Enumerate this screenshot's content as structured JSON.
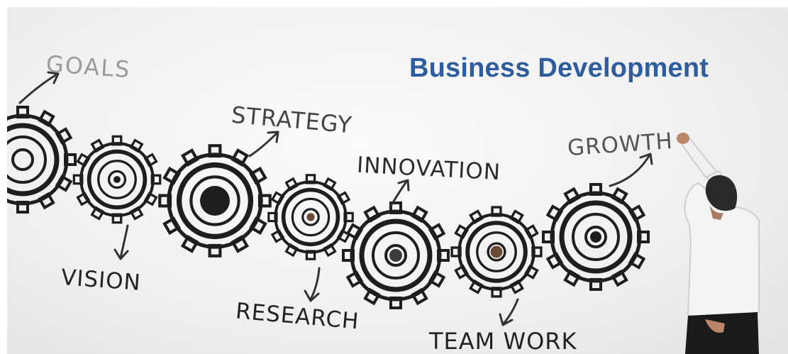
{
  "title": "Business Development",
  "labels": {
    "goals": "GOALS",
    "strategy": "STRATEGY",
    "innovation": "INNOVATION",
    "growth": "GROWTH",
    "vision": "VISION",
    "research": "RESEARCH",
    "team_work": "TEAM WORK"
  },
  "colors": {
    "title": "#2d5d9e",
    "ink": "#222222",
    "faded_ink": "#9a9a9a",
    "shirt": "#f4f4f4",
    "trousers": "#1a1a1a",
    "hair": "#2a2a2a"
  }
}
